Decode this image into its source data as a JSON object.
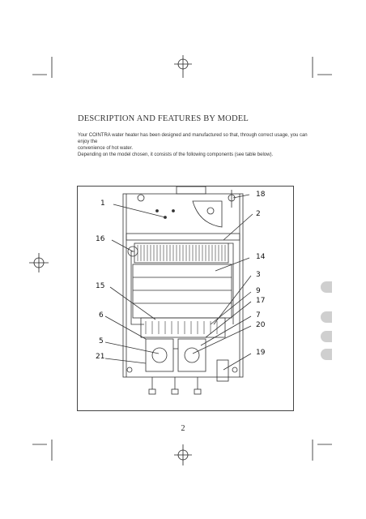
{
  "section_title": "DESCRIPTION AND FEATURES BY MODEL",
  "intro": {
    "line1": "Your COINTRA water heater has been designed and manufactured so that, through correct usage, you can enjoy the",
    "line2": "convenience of hot water.",
    "line3": "Depending on the model chosen, it consists of the following components (see table below)."
  },
  "callouts": {
    "n1": "1",
    "n2": "2",
    "n3": "3",
    "n5": "5",
    "n6": "6",
    "n7": "7",
    "n9": "9",
    "n14": "14",
    "n15": "15",
    "n16": "16",
    "n17": "17",
    "n18": "18",
    "n19": "19",
    "n20": "20",
    "n21": "21"
  },
  "page_number": "2"
}
